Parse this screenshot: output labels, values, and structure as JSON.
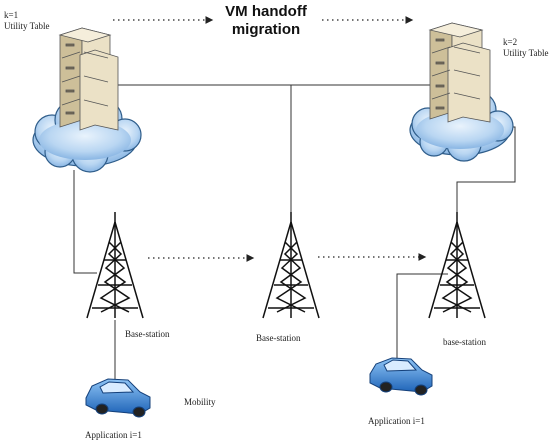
{
  "title": {
    "line1": "VM handoff",
    "line2": "migration"
  },
  "clouds": [
    {
      "k_label": "k=1",
      "table_label": "Utility Table"
    },
    {
      "k_label": "k=2",
      "table_label": "Utility Table"
    }
  ],
  "stations": [
    {
      "label": "Base-station"
    },
    {
      "label": "Base-station"
    },
    {
      "label": "base-station"
    }
  ],
  "vehicles": [
    {
      "label": "Application i=1"
    },
    {
      "label": "Application i=1"
    }
  ],
  "mobility_label": "Mobility",
  "colors": {
    "server_body": "#ebe1c6",
    "server_shade": "#cdbf99",
    "cloud_fill": "#b9d6f2",
    "cloud_stroke": "#2f5d8a",
    "car_body": "#3f8fe0",
    "tower": "#111111",
    "link": "#333333"
  }
}
